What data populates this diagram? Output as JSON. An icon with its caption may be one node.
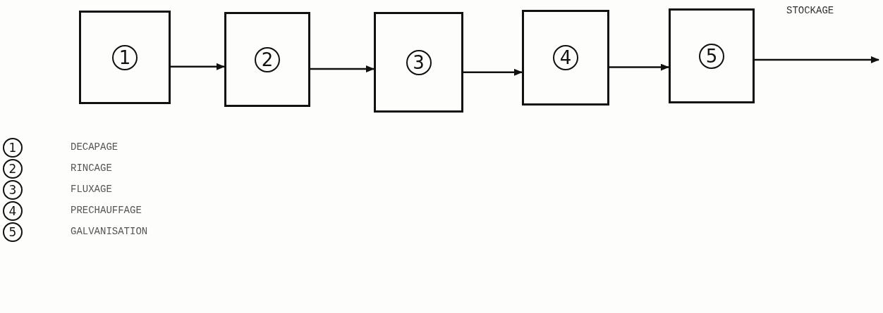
{
  "diagram": {
    "nodes": [
      {
        "text": [
          "1"
        ]
      },
      {
        "text": [
          "2"
        ]
      },
      {
        "text": [
          "3"
        ]
      },
      {
        "text": [
          "4"
        ]
      },
      {
        "text": [
          "5"
        ]
      }
    ],
    "edges": [
      {
        "from": 0,
        "to": 1,
        "arrow": "to"
      },
      {
        "from": 1,
        "to": 2,
        "arrow": "to"
      },
      {
        "from": 2,
        "to": 3,
        "arrow": "to"
      },
      {
        "from": 3,
        "to": 4,
        "arrow": "to"
      },
      {
        "from": 4,
        "to": null,
        "arrow": "to",
        "label": "STOCKAGE"
      }
    ],
    "labels": [
      "1",
      "DECAPAGE",
      "2",
      "RINCAGE",
      "3",
      "FLUXAGE",
      "4",
      "PRECHAUFFAGE",
      "5",
      "GALVANISATION"
    ]
  }
}
